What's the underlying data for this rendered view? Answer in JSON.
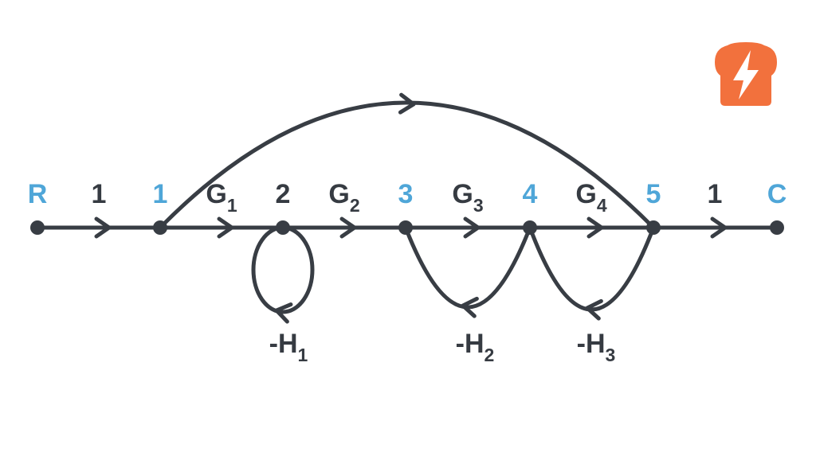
{
  "diagram_type": "signal-flow-graph",
  "colors": {
    "ink": "#383D44",
    "node_accent": "#4FA6D8",
    "logo_orange": "#F2713D",
    "background": "#ffffff"
  },
  "nodes": [
    {
      "id": "R",
      "label": "R",
      "accent": true
    },
    {
      "id": "1",
      "label": "1",
      "accent": true
    },
    {
      "id": "2",
      "label": "2",
      "accent": false
    },
    {
      "id": "3",
      "label": "3",
      "accent": true
    },
    {
      "id": "4",
      "label": "4",
      "accent": true
    },
    {
      "id": "5",
      "label": "5",
      "accent": true
    },
    {
      "id": "C",
      "label": "C",
      "accent": true
    }
  ],
  "branches": [
    {
      "from": "R",
      "to": "1",
      "gain": "1",
      "sub": ""
    },
    {
      "from": "1",
      "to": "2",
      "gain": "G",
      "sub": "1"
    },
    {
      "from": "2",
      "to": "3",
      "gain": "G",
      "sub": "2"
    },
    {
      "from": "3",
      "to": "4",
      "gain": "G",
      "sub": "3"
    },
    {
      "from": "4",
      "to": "5",
      "gain": "G",
      "sub": "4"
    },
    {
      "from": "5",
      "to": "C",
      "gain": "1",
      "sub": ""
    },
    {
      "from": "1",
      "to": "5",
      "gain": "",
      "sub": ""
    },
    {
      "from": "2",
      "to": "2",
      "gain": "-H",
      "sub": "1"
    },
    {
      "from": "4",
      "to": "3",
      "gain": "-H",
      "sub": "2"
    },
    {
      "from": "5",
      "to": "4",
      "gain": "-H",
      "sub": "3"
    }
  ],
  "logo": {
    "icon": "toast-lightning-icon"
  }
}
